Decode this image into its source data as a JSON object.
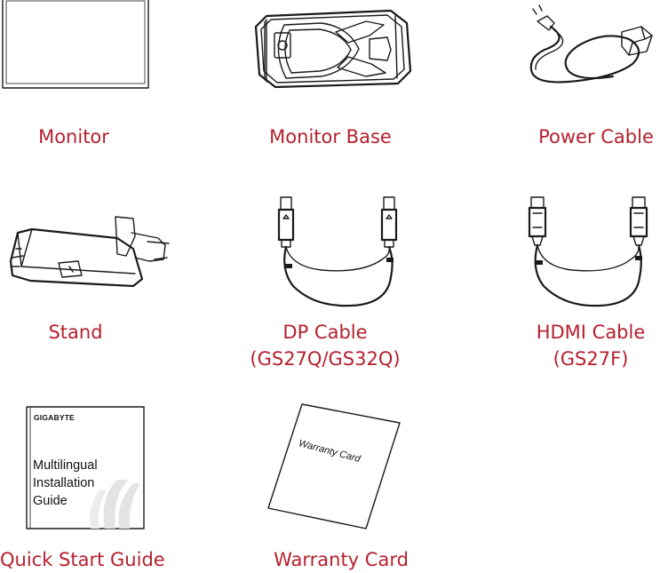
{
  "items": [
    {
      "id": "monitor",
      "label": "Monitor"
    },
    {
      "id": "monitor-base",
      "label": "Monitor Base"
    },
    {
      "id": "power-cable",
      "label": "Power Cable"
    },
    {
      "id": "stand",
      "label": "Stand"
    },
    {
      "id": "dp-cable",
      "label": "DP Cable",
      "note": "(GS27Q/GS32Q)"
    },
    {
      "id": "hdmi-cable",
      "label": "HDMI Cable",
      "note": "(GS27F)"
    },
    {
      "id": "quick-start-guide",
      "label": "Quick Start Guide"
    },
    {
      "id": "warranty-card",
      "label": "Warranty Card"
    }
  ],
  "guide": {
    "brand": "GIGABYTE",
    "lines": [
      "Multilingual",
      "Installation",
      "Guide"
    ]
  },
  "warranty_card_text": "Warranty Card",
  "colors": {
    "caption": "#b5202e",
    "line": "#1a1a1a"
  }
}
